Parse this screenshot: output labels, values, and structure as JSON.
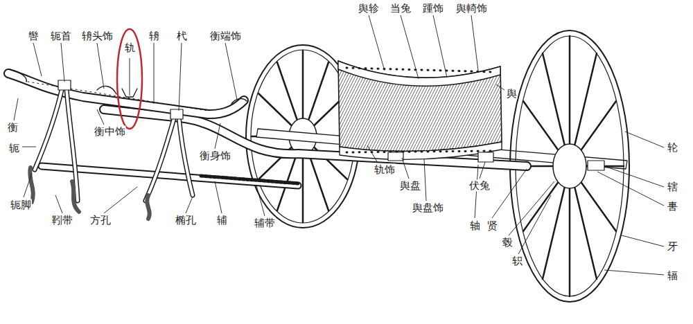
{
  "diagram": {
    "nodes": [
      {
        "text": [
          "轨"
        ]
      }
    ],
    "labels": [
      "辔",
      "轭首",
      "辀头饰",
      "辀",
      "杙",
      "衡端饰",
      "舆轸",
      "当兔",
      "踵饰",
      "舆輢饰",
      "舆",
      "衡",
      "衡中饰",
      "衡身饰",
      "轭",
      "轨饰",
      "舆盘",
      "伏兔",
      "舆盘饰",
      "轮",
      "辖",
      "軎",
      "牙",
      "辐",
      "轭脚",
      "靷带",
      "方孔",
      "椭孔",
      "辅",
      "辅带",
      "轴",
      "贤",
      "毂",
      "轵"
    ]
  }
}
